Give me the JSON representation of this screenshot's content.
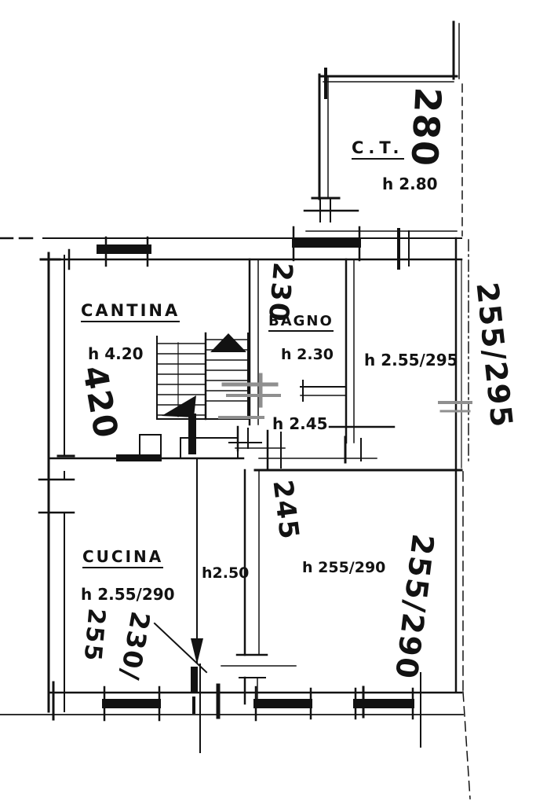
{
  "drawing": {
    "kind": "hand-drawn basement floor plan (catasto style)",
    "ink": "#121212",
    "paper": "#ffffff",
    "pencil": "#8f8f8f"
  },
  "rooms": {
    "ct": {
      "name": "C.T.",
      "height_note": "h 2.80"
    },
    "cantina": {
      "name": "CANTINA",
      "height_note": "h 4.20"
    },
    "bagno": {
      "name": "BAGNO",
      "height_note": "h 2.30"
    },
    "vano_destro": {
      "height_note": "h 2.55/295"
    },
    "disimpegno": {
      "height_note": "h 2.45"
    },
    "cucina": {
      "name": "CUCINA",
      "height_note": "h 2.55/290"
    },
    "corridoio": {
      "height_note": "h2.50"
    },
    "vano_basso_destro": {
      "height_note": "h 255/290"
    }
  },
  "dimensions": {
    "ct_width": "280",
    "bagno_width": "230",
    "cantina_depth": "420",
    "vano_destro_heights": "255/295",
    "vano_basso_width": "245",
    "vano_basso_heights": "255/290",
    "cucina_dim_left": "255",
    "cucina_dim_right": "230/"
  }
}
